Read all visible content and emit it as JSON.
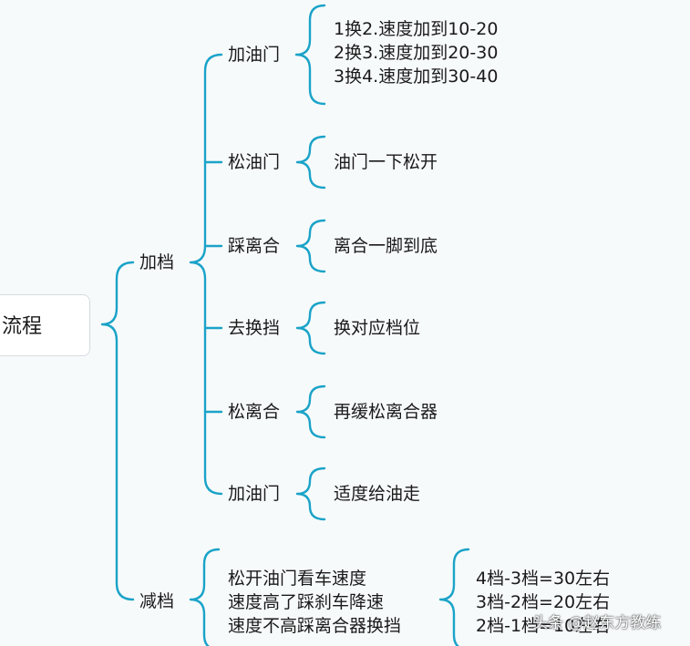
{
  "root": {
    "label": "流程"
  },
  "upshift": {
    "label": "加档",
    "steps": [
      {
        "label": "加油门",
        "details": [
          "1换2.速度加到10-20",
          "2换3.速度加到20-30",
          "3换4.速度加到30-40"
        ]
      },
      {
        "label": "松油门",
        "details": [
          "油门一下松开"
        ]
      },
      {
        "label": "踩离合",
        "details": [
          "离合一脚到底"
        ]
      },
      {
        "label": "去换挡",
        "details": [
          "换对应档位"
        ]
      },
      {
        "label": "松离合",
        "details": [
          "再缓松离合器"
        ]
      },
      {
        "label": "加油门",
        "details": [
          "适度给油走"
        ]
      }
    ]
  },
  "downshift": {
    "label": "减档",
    "notes": [
      "松开油门看车速度",
      "速度高了踩刹车降速",
      "速度不高踩离合器换挡"
    ],
    "gears": [
      "4档-3档=30左右",
      "3档-2档=20左右",
      "2档-1档=10左右"
    ]
  },
  "watermark": "头条 @赵东方教练",
  "colors": {
    "connector": "#1aa3c8",
    "background": "#f7fafb",
    "text": "#1a1a1a"
  }
}
